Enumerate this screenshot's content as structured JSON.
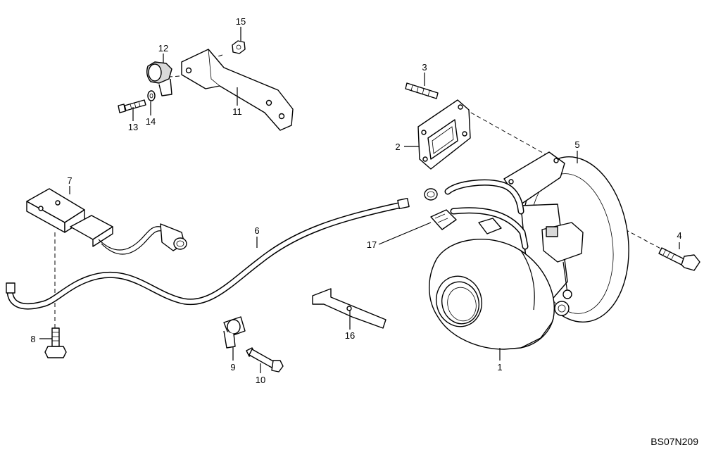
{
  "diagram": {
    "drawing_code": "BS07N209",
    "callouts": [
      "1",
      "2",
      "3",
      "4",
      "5",
      "6",
      "7",
      "8",
      "9",
      "10",
      "11",
      "12",
      "13",
      "14",
      "15",
      "16",
      "17"
    ]
  }
}
